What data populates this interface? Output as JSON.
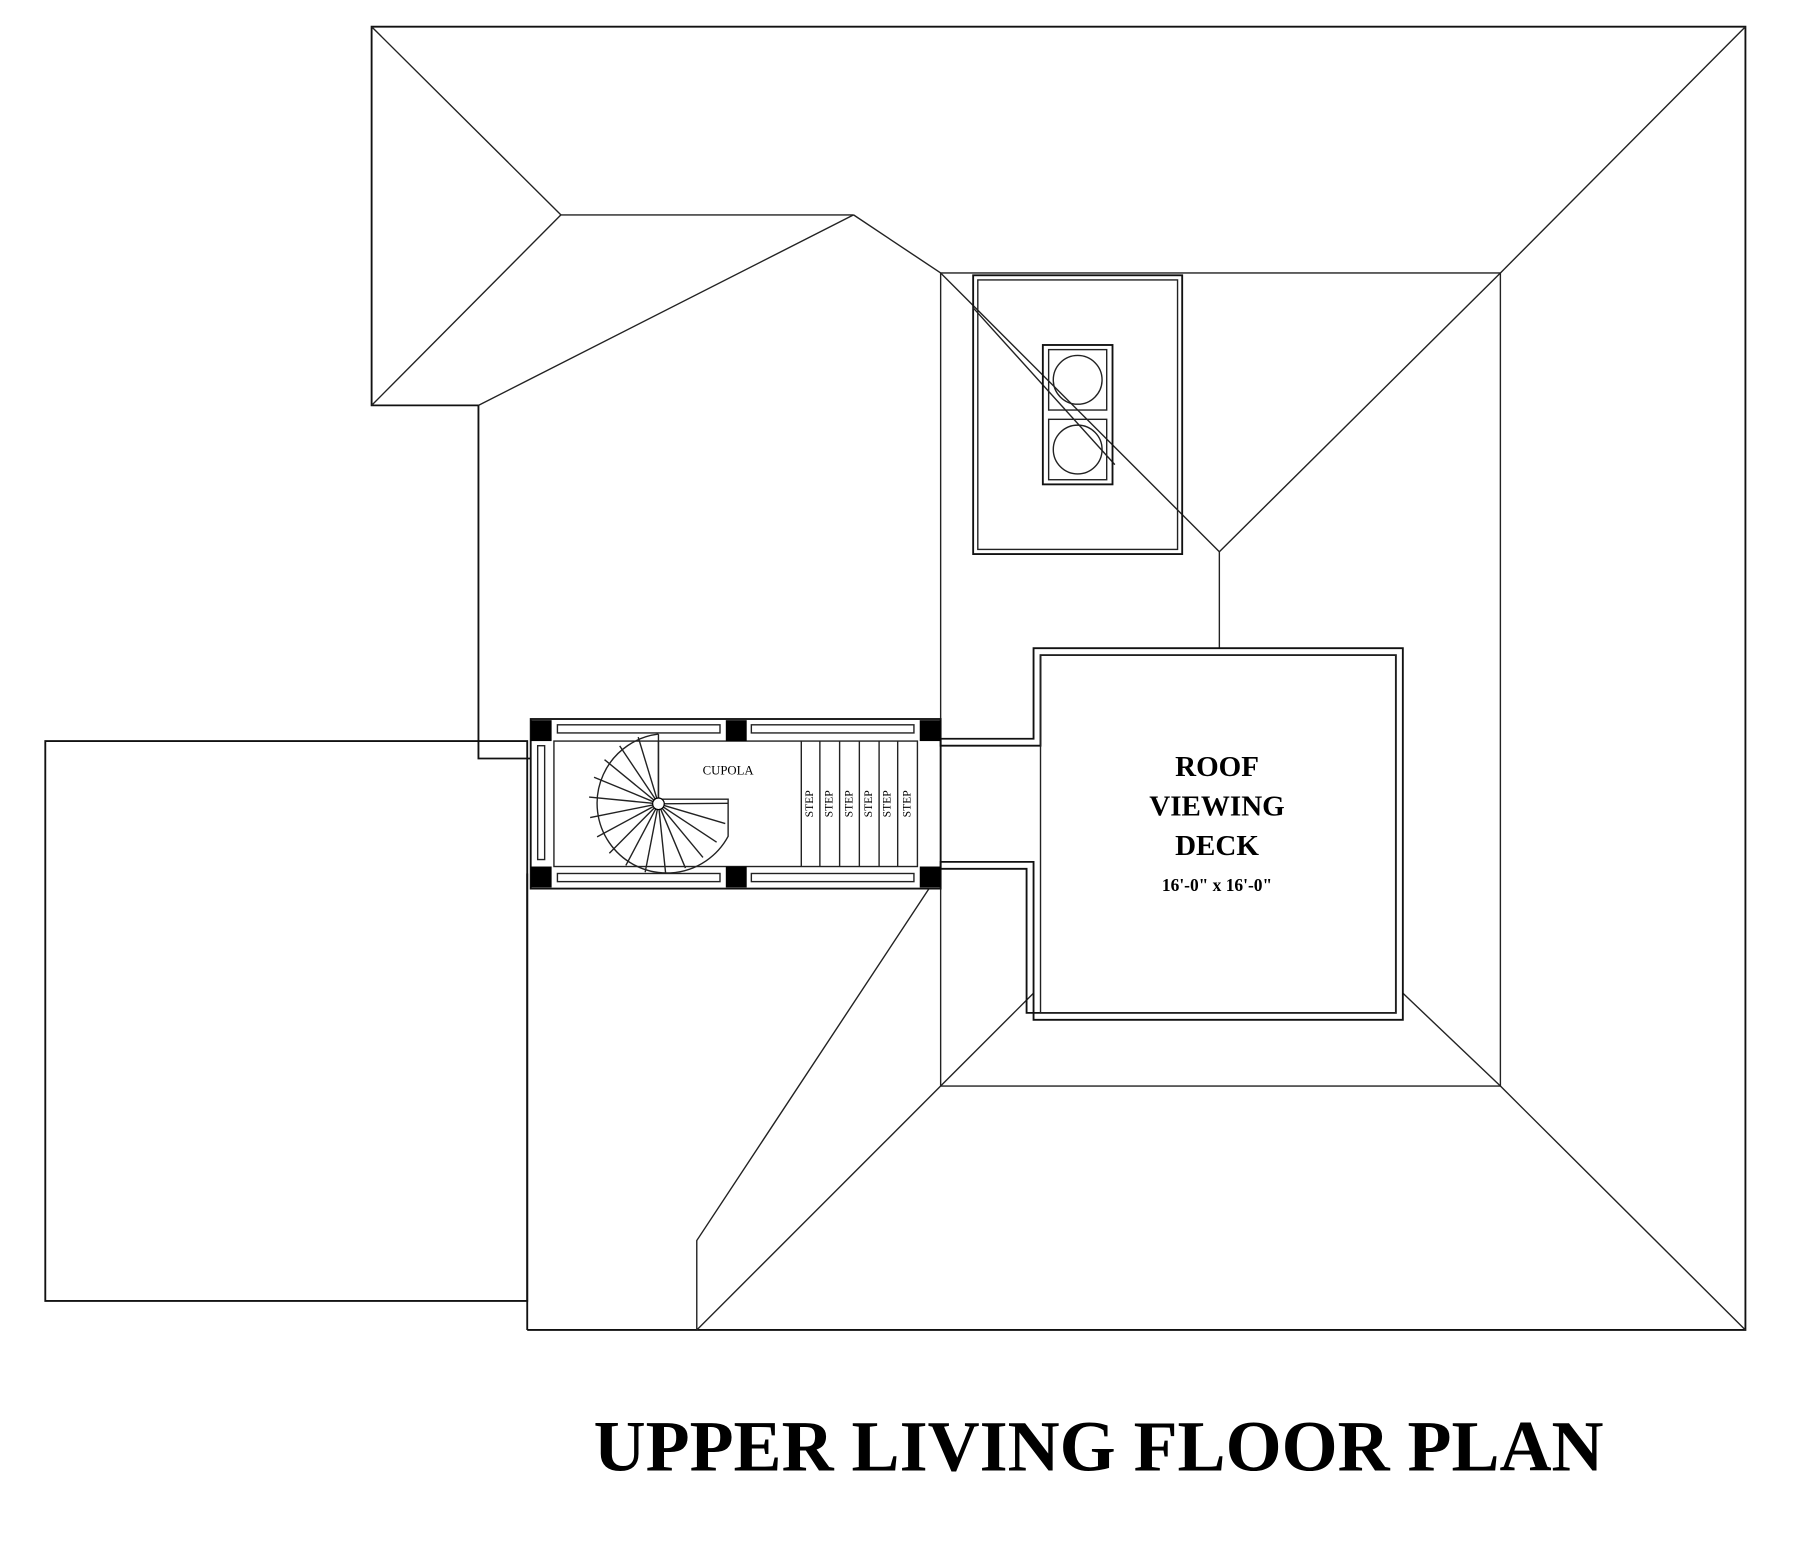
{
  "title": "UPPER LIVING FLOOR PLAN",
  "cupola": {
    "label": "CUPOLA",
    "steps": [
      "STEP",
      "STEP",
      "STEP",
      "STEP",
      "STEP",
      "STEP"
    ]
  },
  "deck": {
    "line1": "ROOF",
    "line2": "VIEWING",
    "line3": "DECK",
    "dimensions": "16'-0\" x 16'-0\""
  }
}
